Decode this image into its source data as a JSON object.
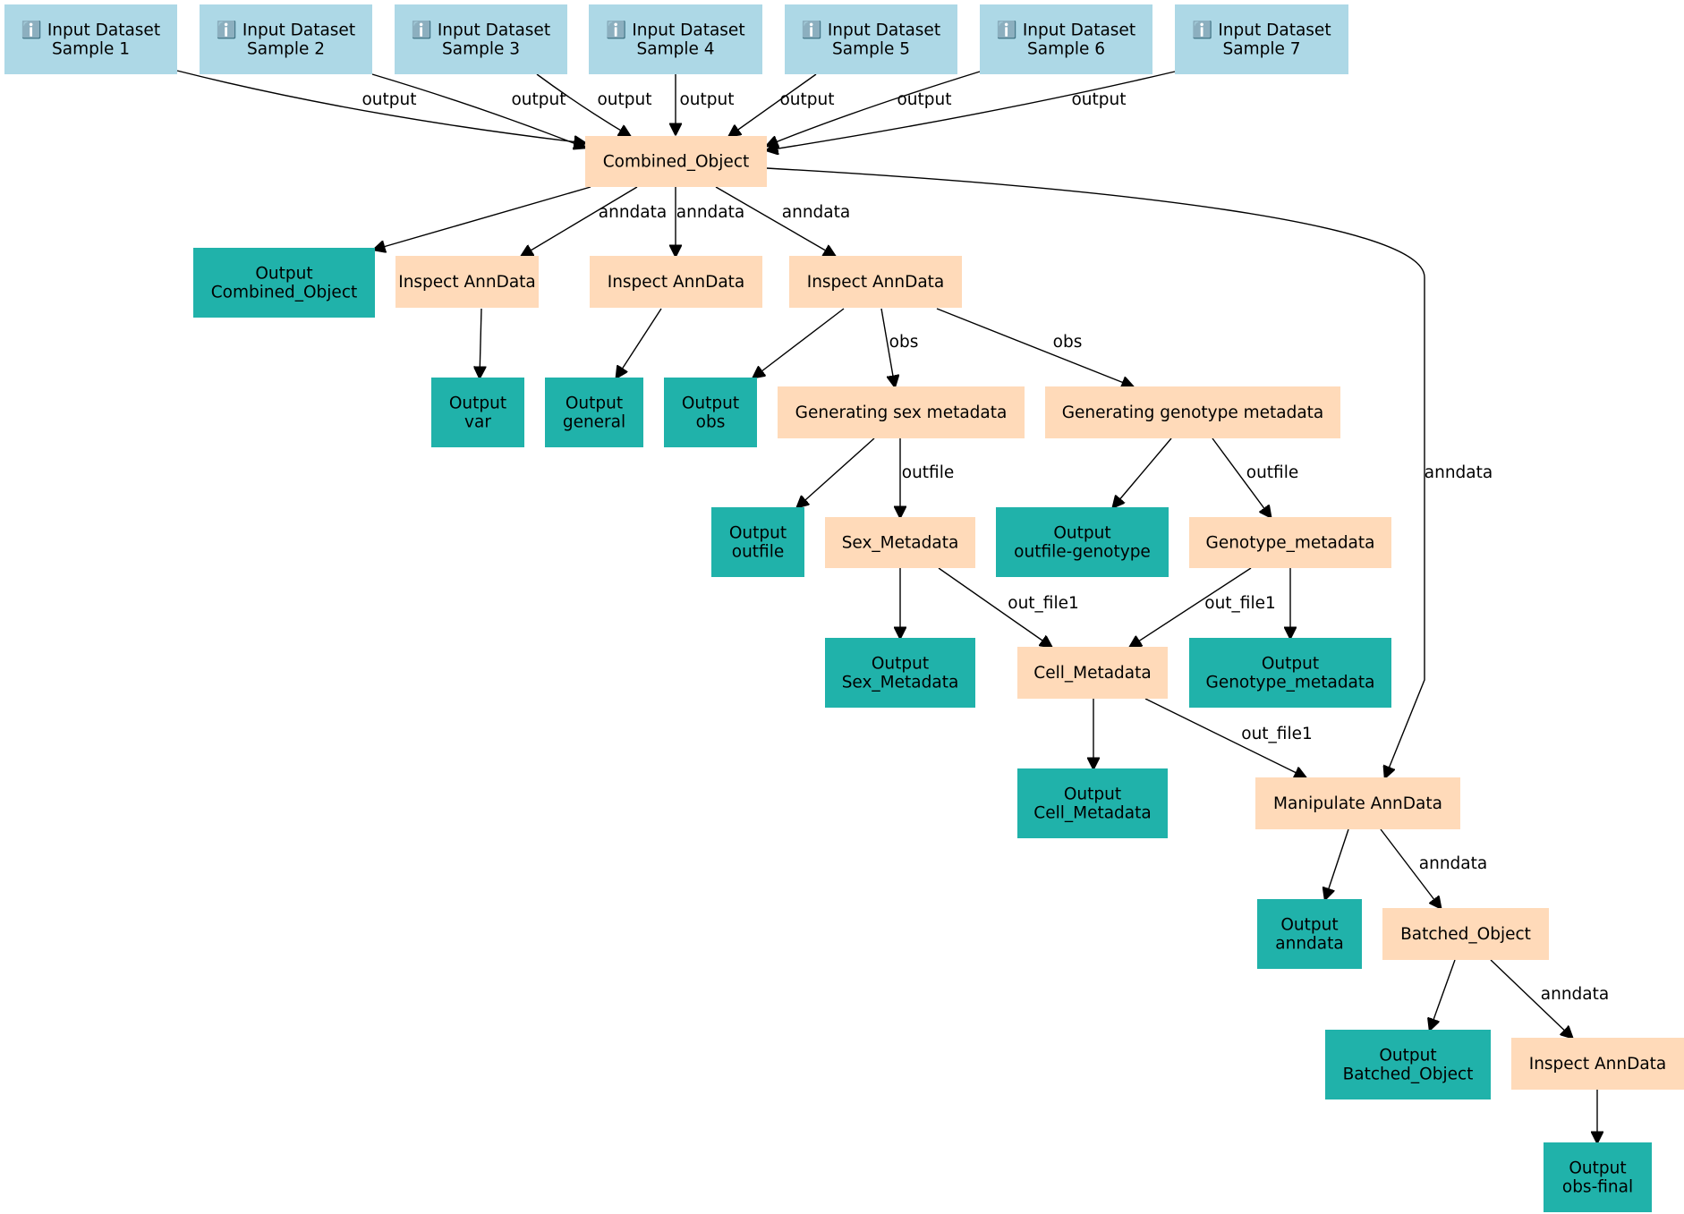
{
  "colors": {
    "input": "#add8e6",
    "tool": "#ffdab9",
    "output": "#20b2aa",
    "edge": "#000000"
  },
  "nodes": {
    "in1": {
      "kind": "input",
      "lines": [
        "ℹ️ Input Dataset",
        "Sample 1"
      ]
    },
    "in2": {
      "kind": "input",
      "lines": [
        "ℹ️ Input Dataset",
        "Sample 2"
      ]
    },
    "in3": {
      "kind": "input",
      "lines": [
        "ℹ️ Input Dataset",
        "Sample 3"
      ]
    },
    "in4": {
      "kind": "input",
      "lines": [
        "ℹ️ Input Dataset",
        "Sample 4"
      ]
    },
    "in5": {
      "kind": "input",
      "lines": [
        "ℹ️ Input Dataset",
        "Sample 5"
      ]
    },
    "in6": {
      "kind": "input",
      "lines": [
        "ℹ️ Input Dataset",
        "Sample 6"
      ]
    },
    "in7": {
      "kind": "input",
      "lines": [
        "ℹ️ Input Dataset",
        "Sample 7"
      ]
    },
    "combined": {
      "kind": "tool",
      "lines": [
        "Combined_Object"
      ]
    },
    "out_combined": {
      "kind": "output",
      "lines": [
        "Output",
        "Combined_Object"
      ]
    },
    "inspect1": {
      "kind": "tool",
      "lines": [
        "Inspect AnnData"
      ]
    },
    "inspect2": {
      "kind": "tool",
      "lines": [
        "Inspect AnnData"
      ]
    },
    "inspect3": {
      "kind": "tool",
      "lines": [
        "Inspect AnnData"
      ]
    },
    "out_var": {
      "kind": "output",
      "lines": [
        "Output",
        "var"
      ]
    },
    "out_general": {
      "kind": "output",
      "lines": [
        "Output",
        "general"
      ]
    },
    "out_obs": {
      "kind": "output",
      "lines": [
        "Output",
        "obs"
      ]
    },
    "gen_sex": {
      "kind": "tool",
      "lines": [
        "Generating sex metadata"
      ]
    },
    "gen_geno": {
      "kind": "tool",
      "lines": [
        "Generating genotype metadata"
      ]
    },
    "out_outfile": {
      "kind": "output",
      "lines": [
        "Output",
        "outfile"
      ]
    },
    "sex_meta": {
      "kind": "tool",
      "lines": [
        "Sex_Metadata"
      ]
    },
    "out_outfile_geno": {
      "kind": "output",
      "lines": [
        "Output",
        "outfile-genotype"
      ]
    },
    "geno_meta": {
      "kind": "tool",
      "lines": [
        "Genotype_metadata"
      ]
    },
    "out_sex_meta": {
      "kind": "output",
      "lines": [
        "Output",
        "Sex_Metadata"
      ]
    },
    "cell_meta": {
      "kind": "tool",
      "lines": [
        "Cell_Metadata"
      ]
    },
    "out_geno_meta": {
      "kind": "output",
      "lines": [
        "Output",
        "Genotype_metadata"
      ]
    },
    "out_cell_meta": {
      "kind": "output",
      "lines": [
        "Output",
        "Cell_Metadata"
      ]
    },
    "manipulate": {
      "kind": "tool",
      "lines": [
        "Manipulate AnnData"
      ]
    },
    "out_anndata": {
      "kind": "output",
      "lines": [
        "Output",
        "anndata"
      ]
    },
    "batched": {
      "kind": "tool",
      "lines": [
        "Batched_Object"
      ]
    },
    "out_batched": {
      "kind": "output",
      "lines": [
        "Output",
        "Batched_Object"
      ]
    },
    "inspect4": {
      "kind": "tool",
      "lines": [
        "Inspect AnnData"
      ]
    },
    "out_obs_final": {
      "kind": "output",
      "lines": [
        "Output",
        "obs-final"
      ]
    }
  },
  "edges": [
    {
      "from": "in1",
      "to": "combined",
      "label": "output"
    },
    {
      "from": "in2",
      "to": "combined",
      "label": "output"
    },
    {
      "from": "in3",
      "to": "combined",
      "label": "output"
    },
    {
      "from": "in4",
      "to": "combined",
      "label": "output"
    },
    {
      "from": "in5",
      "to": "combined",
      "label": "output"
    },
    {
      "from": "in6",
      "to": "combined",
      "label": "output"
    },
    {
      "from": "in7",
      "to": "combined",
      "label": "output"
    },
    {
      "from": "combined",
      "to": "out_combined",
      "label": ""
    },
    {
      "from": "combined",
      "to": "inspect1",
      "label": "anndata"
    },
    {
      "from": "combined",
      "to": "inspect2",
      "label": "anndata"
    },
    {
      "from": "combined",
      "to": "inspect3",
      "label": "anndata"
    },
    {
      "from": "combined",
      "to": "manipulate",
      "label": "anndata"
    },
    {
      "from": "inspect1",
      "to": "out_var",
      "label": ""
    },
    {
      "from": "inspect2",
      "to": "out_general",
      "label": ""
    },
    {
      "from": "inspect3",
      "to": "out_obs",
      "label": ""
    },
    {
      "from": "inspect3",
      "to": "gen_sex",
      "label": "obs"
    },
    {
      "from": "inspect3",
      "to": "gen_geno",
      "label": "obs"
    },
    {
      "from": "gen_sex",
      "to": "out_outfile",
      "label": ""
    },
    {
      "from": "gen_sex",
      "to": "sex_meta",
      "label": "outfile"
    },
    {
      "from": "gen_geno",
      "to": "out_outfile_geno",
      "label": ""
    },
    {
      "from": "gen_geno",
      "to": "geno_meta",
      "label": "outfile"
    },
    {
      "from": "sex_meta",
      "to": "out_sex_meta",
      "label": ""
    },
    {
      "from": "sex_meta",
      "to": "cell_meta",
      "label": "out_file1"
    },
    {
      "from": "geno_meta",
      "to": "cell_meta",
      "label": "out_file1"
    },
    {
      "from": "geno_meta",
      "to": "out_geno_meta",
      "label": ""
    },
    {
      "from": "cell_meta",
      "to": "out_cell_meta",
      "label": ""
    },
    {
      "from": "cell_meta",
      "to": "manipulate",
      "label": "out_file1"
    },
    {
      "from": "manipulate",
      "to": "out_anndata",
      "label": ""
    },
    {
      "from": "manipulate",
      "to": "batched",
      "label": "anndata"
    },
    {
      "from": "batched",
      "to": "out_batched",
      "label": ""
    },
    {
      "from": "batched",
      "to": "inspect4",
      "label": "anndata"
    },
    {
      "from": "inspect4",
      "to": "out_obs_final",
      "label": ""
    }
  ]
}
